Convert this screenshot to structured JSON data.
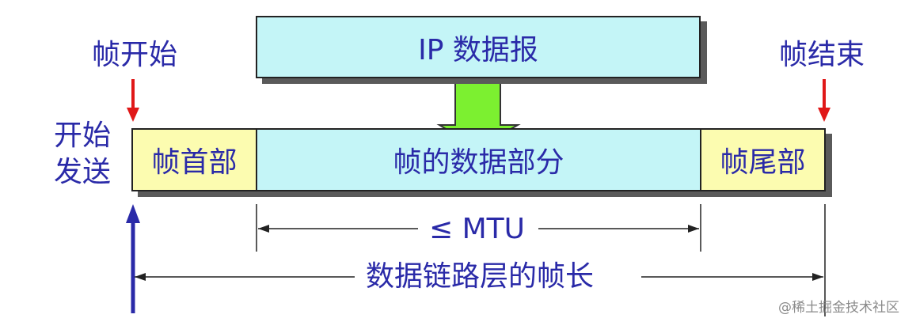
{
  "ip_datagram": "IP 数据报",
  "frame_start": "帧开始",
  "frame_end": "帧结束",
  "start_send": [
    "开始",
    "发送"
  ],
  "frame_header": "帧首部",
  "frame_data": "帧的数据部分",
  "frame_trailer": "帧尾部",
  "mtu_label": "≤ MTU",
  "frame_length_label": "数据链路层的帧长",
  "watermark": "@稀土掘金技术社区",
  "colors": {
    "text": "#2a2aa8",
    "cyan_fill": "#c4f5f7",
    "yellow_fill": "#fcfcb0",
    "green_arrow": "#7cf030",
    "red_arrow": "#e01818",
    "blue_arrow": "#2a2aa8"
  }
}
